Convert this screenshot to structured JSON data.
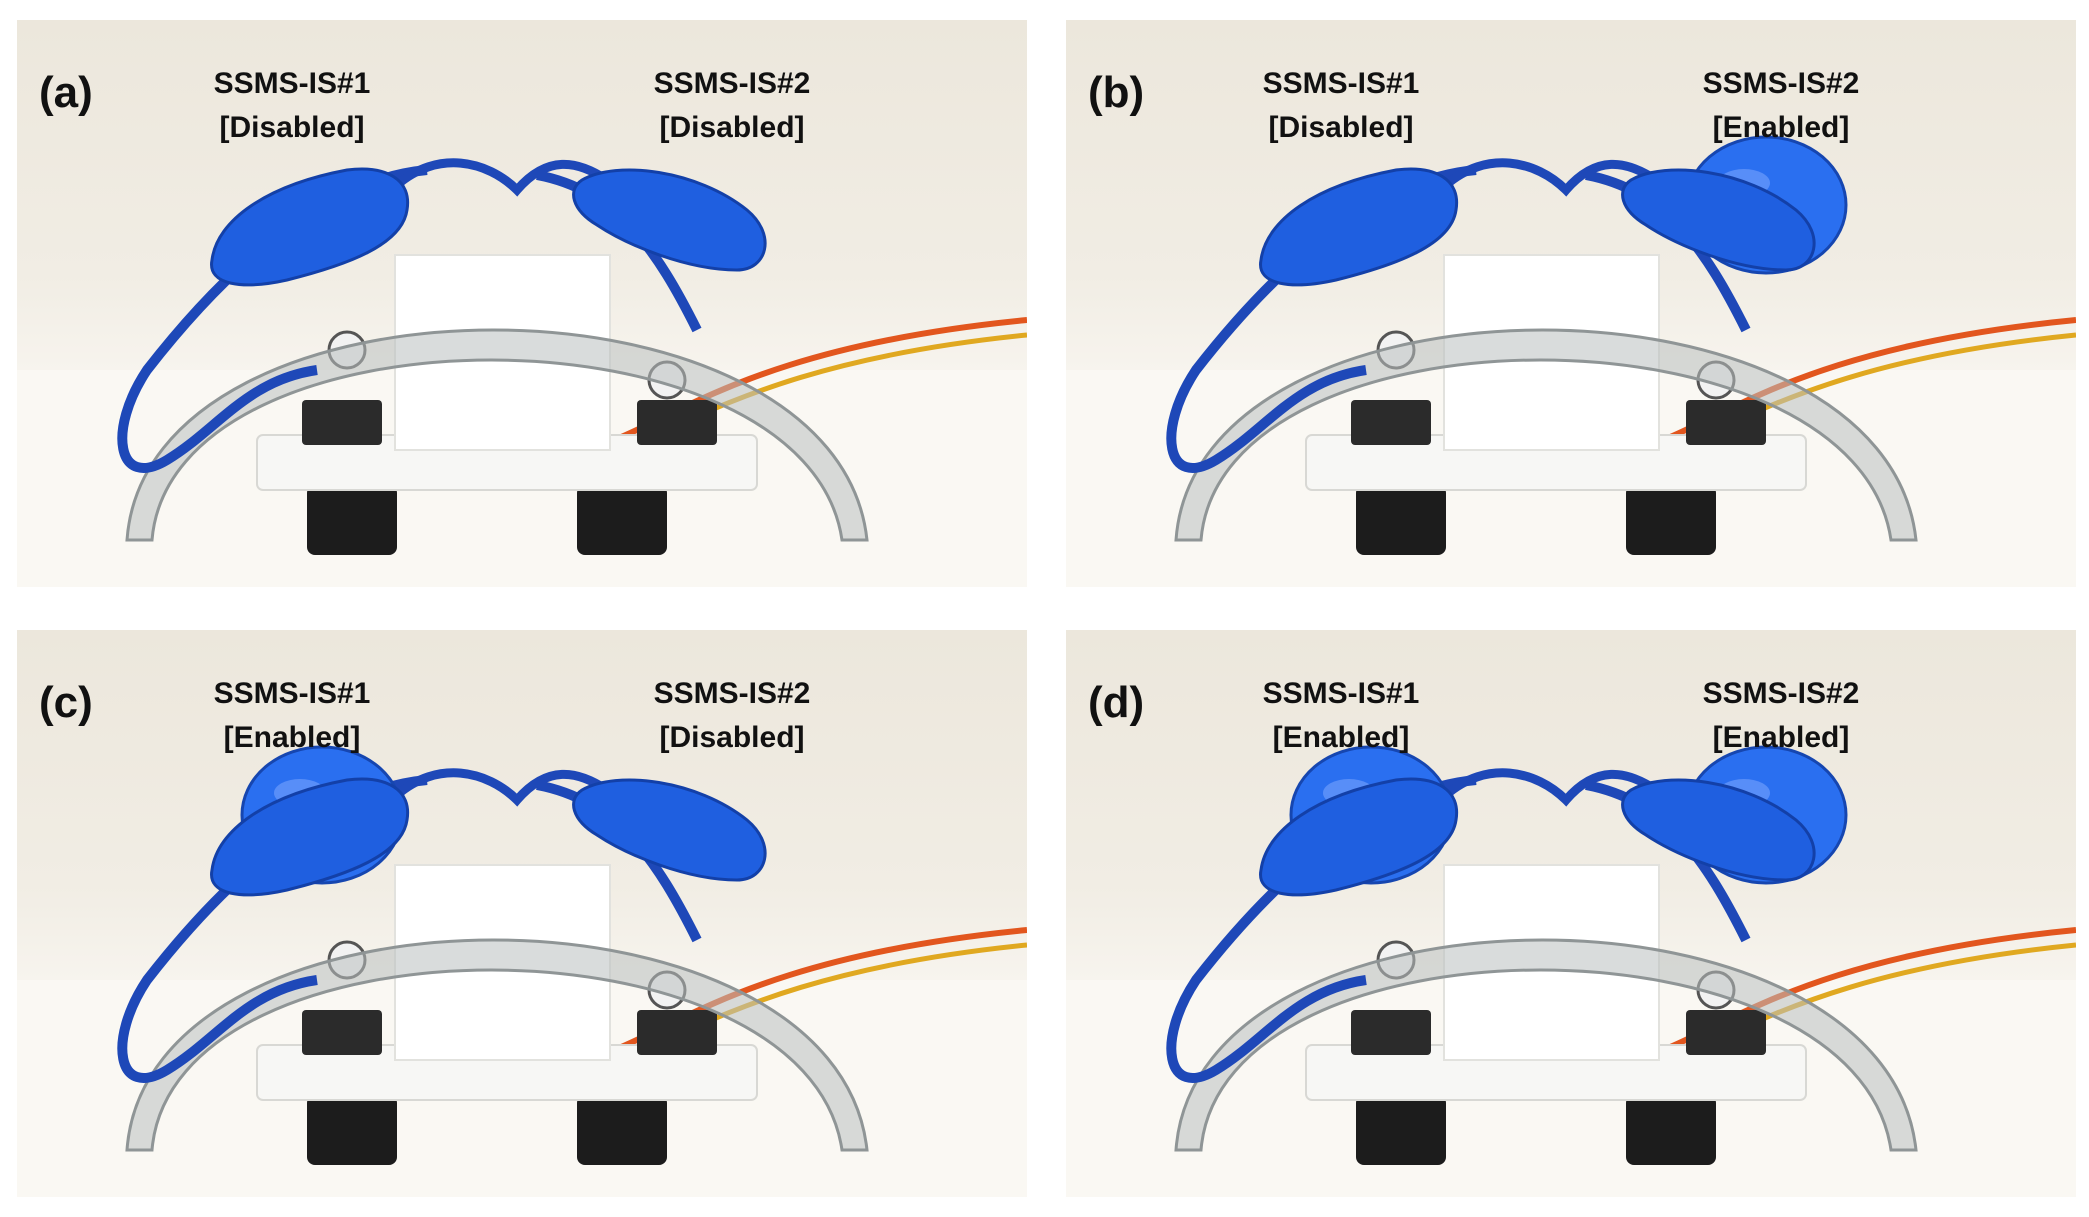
{
  "panels": [
    {
      "id": "a",
      "tag": "(a)",
      "sensors": [
        {
          "name": "SSMS-IS#1",
          "state": "[Disabled]"
        },
        {
          "name": "SSMS-IS#2",
          "state": "[Disabled]"
        }
      ]
    },
    {
      "id": "b",
      "tag": "(b)",
      "sensors": [
        {
          "name": "SSMS-IS#1",
          "state": "[Disabled]"
        },
        {
          "name": "SSMS-IS#2",
          "state": "[Enabled]"
        }
      ]
    },
    {
      "id": "c",
      "tag": "(c)",
      "sensors": [
        {
          "name": "SSMS-IS#1",
          "state": "[Enabled]"
        },
        {
          "name": "SSMS-IS#2",
          "state": "[Disabled]"
        }
      ]
    },
    {
      "id": "d",
      "tag": "(d)",
      "sensors": [
        {
          "name": "SSMS-IS#1",
          "state": "[Enabled]"
        },
        {
          "name": "SSMS-IS#2",
          "state": "[Enabled]"
        }
      ]
    }
  ],
  "colors": {
    "background": "#f1ede4",
    "actuator_blue": "#1f5fe0",
    "inflated_blue": "#2a6ff0",
    "tube_blue": "#1e48b8",
    "acrylic": "#b9bfc0",
    "wire_orange": "#e2561e",
    "servo_black": "#1c1c1c",
    "frame_white": "#f7f7f5"
  }
}
